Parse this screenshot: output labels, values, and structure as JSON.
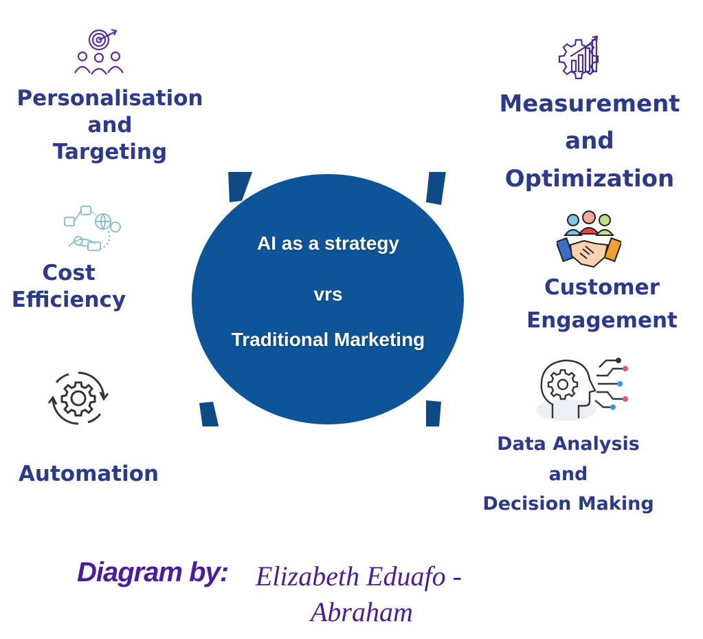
{
  "center": {
    "line1": "AI as a strategy",
    "line2": "vrs",
    "line3": "Traditional Marketing"
  },
  "labels": {
    "personalisation": [
      "Personalisation",
      "and",
      "Targeting"
    ],
    "cost": [
      "Cost",
      "Efficiency"
    ],
    "automation": [
      "Automation"
    ],
    "measurement": [
      "Measurement",
      "and",
      "Optimization"
    ],
    "engagement": [
      "Customer",
      "Engagement"
    ],
    "data_analysis": [
      "Data Analysis",
      "and",
      "Decision Making"
    ]
  },
  "icons": {
    "personalisation": "target-audience-icon",
    "cost": "cost-network-icon",
    "automation": "gear-cycle-icon",
    "measurement": "gear-chart-icon",
    "engagement": "handshake-team-icon",
    "data_analysis": "ai-head-icon"
  },
  "credit": {
    "label": "Diagram by:",
    "name_line1": "Elizabeth Eduafo -",
    "name_line2": "Abraham"
  },
  "colors": {
    "circle": "#0d5499",
    "bracket": "#0d4a86",
    "label_text": "#2b3a8c",
    "credit": "#4b1c9c"
  }
}
